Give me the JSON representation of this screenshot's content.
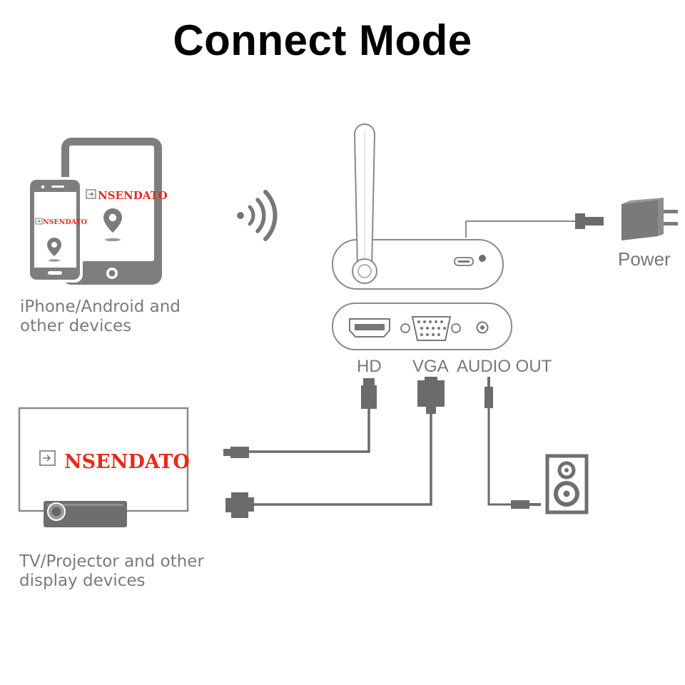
{
  "title": "Connect Mode",
  "source_devices": {
    "label": "iPhone/Android and\nother devices",
    "brand": "NSENDATO"
  },
  "display_devices": {
    "label": "TV/Projector and other\ndisplay devices",
    "brand": "NSENDATO"
  },
  "power": {
    "label": "Power"
  },
  "ports": {
    "hd": "HD",
    "vga": "VGA",
    "audio": "AUDIO OUT"
  },
  "colors": {
    "line": "#6b6b6b",
    "device_fill": "#7c7c7c",
    "outline": "#8a8a8a",
    "brand": "#e8291c",
    "title": "#000000"
  },
  "icons": [
    "wifi-signal-icon",
    "location-pin-icon",
    "cast-icon",
    "power-adapter-icon",
    "speaker-icon"
  ]
}
